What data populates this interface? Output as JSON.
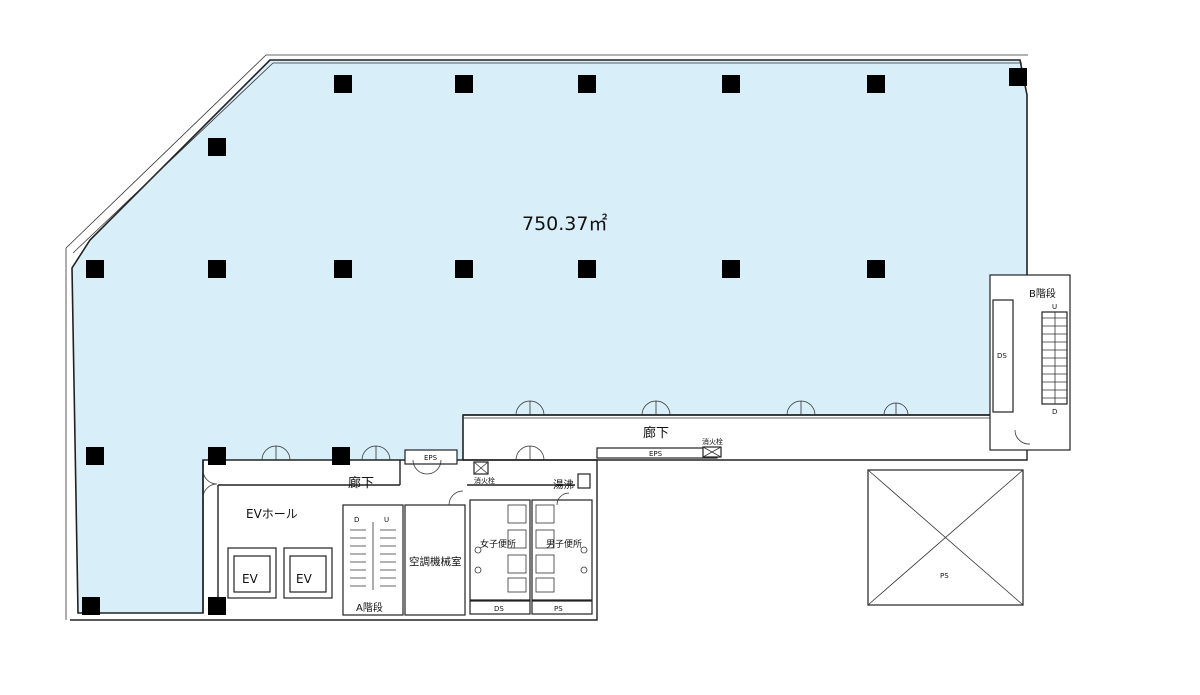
{
  "colors": {
    "office_fill": "#d8eef9",
    "wall": "#222222",
    "column": "#000000"
  },
  "labels": {
    "area": "750.37㎡",
    "corridor_upper": "廊下",
    "corridor_lower": "廊下",
    "ev_hall": "EVホール",
    "ev": "EV",
    "stair_a": "A階段",
    "stair_b": "B階段",
    "hvac_room": "空調機械室",
    "kettle": "湯沸",
    "women_toilet": "女子便所",
    "men_toilet": "男子便所",
    "eps": "EPS",
    "hydrant": "消火栓",
    "ds": "DS",
    "ps": "PS",
    "up": "U",
    "down": "D"
  }
}
